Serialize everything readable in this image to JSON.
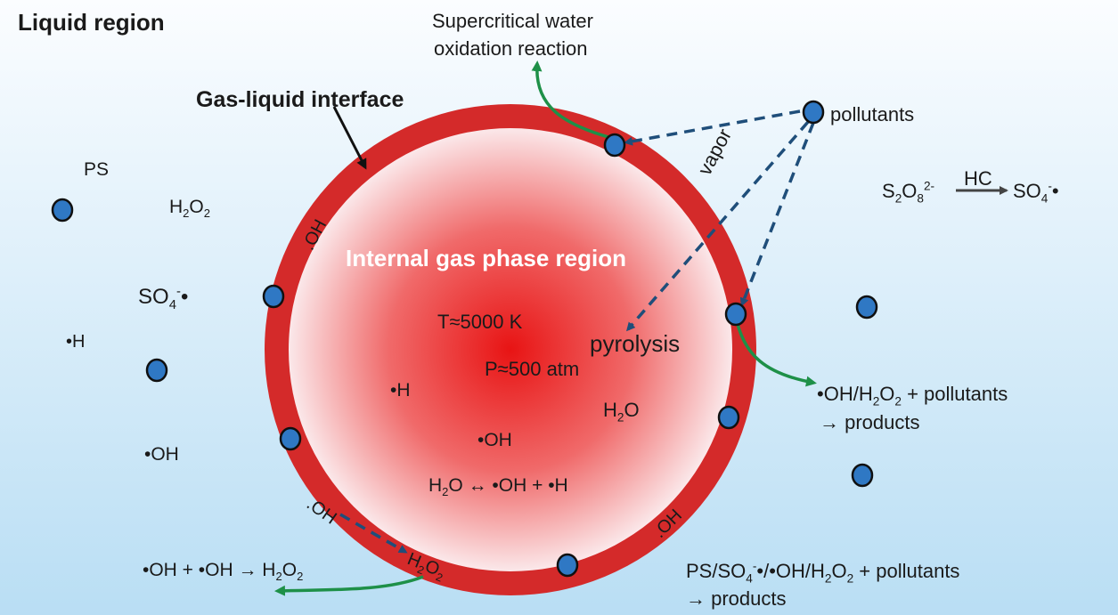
{
  "colors": {
    "background_top": "#fbfdff",
    "background_bottom": "#b9def4",
    "shell": "#d42a2a",
    "core_center": "#e81414",
    "core_edge": "#fbe8ea",
    "particle": "#2f78c4",
    "dashed_arrow": "#1f4e7a",
    "green_arrow": "#1e9048"
  },
  "labels": {
    "liquid_region": "Liquid region",
    "gas_liquid_interface": "Gas-liquid interface",
    "internal_gas_phase_region": "Internal gas phase region",
    "scwo_line1": "Supercritical water",
    "scwo_line2": "oxidation reaction",
    "pollutants": "pollutants",
    "vapor": "vapor",
    "pyrolysis": "pyrolysis",
    "temperature": "T≈5000 K",
    "pressure": "P≈500 atm",
    "ps": "PS",
    "hc": "HC"
  },
  "species": {
    "h2o2_base": "H",
    "h2o2_sub1": "2",
    "h2o2_mid": "O",
    "h2o2_sub2": "2",
    "so4_base": "SO",
    "so4_sub": "4",
    "so4_sup": "-",
    "so4_tail": "•",
    "s2o8_s": "S",
    "s2o8_sub1": "2",
    "s2o8_o": "O",
    "s2o8_sub2": "8",
    "s2o8_sup": "2-",
    "so4_product_base": "SO",
    "so4_product_sub": "4",
    "so4_product_sup": "-",
    "so4_product_tail": "•",
    "h_radical": "•H",
    "oh_radical": "•OH",
    "shell_oh": ".OH",
    "core_h": "•H",
    "core_h2o_base": "H",
    "core_h2o_sub": "2",
    "core_h2o_tail": "O",
    "core_oh": "•OH"
  },
  "equations": {
    "water_split_h": "H",
    "water_split_sub": "2",
    "water_split_rest": "O ↔ •OH + •H",
    "oh_combine": "•OH + •OH → H",
    "oh_combine_sub1": "2",
    "oh_combine_o": "O",
    "oh_combine_sub2": "2",
    "shell_h2o2_base": "H",
    "shell_h2o2_sub1": "2",
    "shell_h2o2_mid": "O",
    "shell_h2o2_sub2": "2",
    "right_line1_a": "•OH/H",
    "right_line1_sub1": "2",
    "right_line1_b": "O",
    "right_line1_sub2": "2",
    "right_line1_c": " + pollutants",
    "right_line2": "→ products",
    "bottom_line1_a": "PS/SO",
    "bottom_line1_sub": "4",
    "bottom_line1_sup": "-",
    "bottom_line1_b": "•/•OH/H",
    "bottom_line1_sub2": "2",
    "bottom_line1_c": "O",
    "bottom_line1_sub3": "2",
    "bottom_line1_d": " + pollutants",
    "bottom_line2": "→ products"
  }
}
